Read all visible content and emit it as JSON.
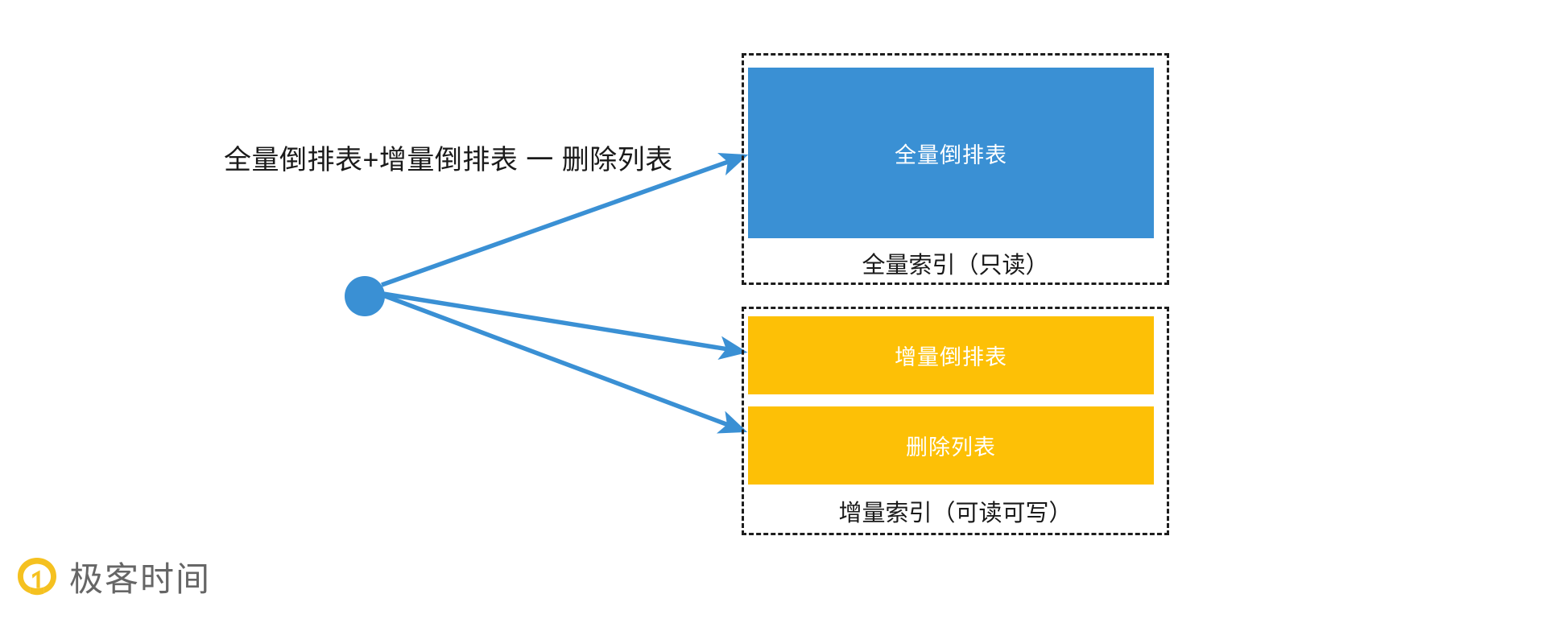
{
  "diagram": {
    "formula": {
      "label": "全量倒排表+增量倒排表 一 删除列表"
    },
    "node": {
      "name": "merge-node",
      "color": "#3a90d4"
    },
    "groups": [
      {
        "id": "full",
        "caption": "全量索引（只读）",
        "blocks": [
          {
            "label": "全量倒排表",
            "color": "#3a90d4"
          }
        ]
      },
      {
        "id": "incremental",
        "caption": "增量索引（可读可写）",
        "blocks": [
          {
            "label": "增量倒排表",
            "color": "#fdc006"
          },
          {
            "label": "删除列表",
            "color": "#fdc006"
          }
        ]
      }
    ],
    "connectors": [
      {
        "from": "merge-node",
        "to": "全量倒排表",
        "color": "#3a90d4"
      },
      {
        "from": "merge-node",
        "to": "增量倒排表",
        "color": "#3a90d4"
      },
      {
        "from": "merge-node",
        "to": "删除列表",
        "color": "#3a90d4"
      }
    ]
  },
  "brand": {
    "name": "极客时间",
    "mark_color": "#f5c120",
    "text_color": "#666666"
  }
}
